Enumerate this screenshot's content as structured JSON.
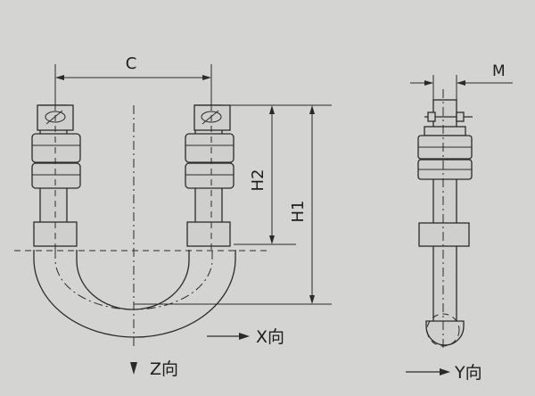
{
  "diagram": {
    "labels": {
      "c": "C",
      "m": "M",
      "h1": "H1",
      "h2": "H2",
      "x_dir": "X向",
      "y_dir": "Y向",
      "z_dir": "Z向"
    }
  }
}
